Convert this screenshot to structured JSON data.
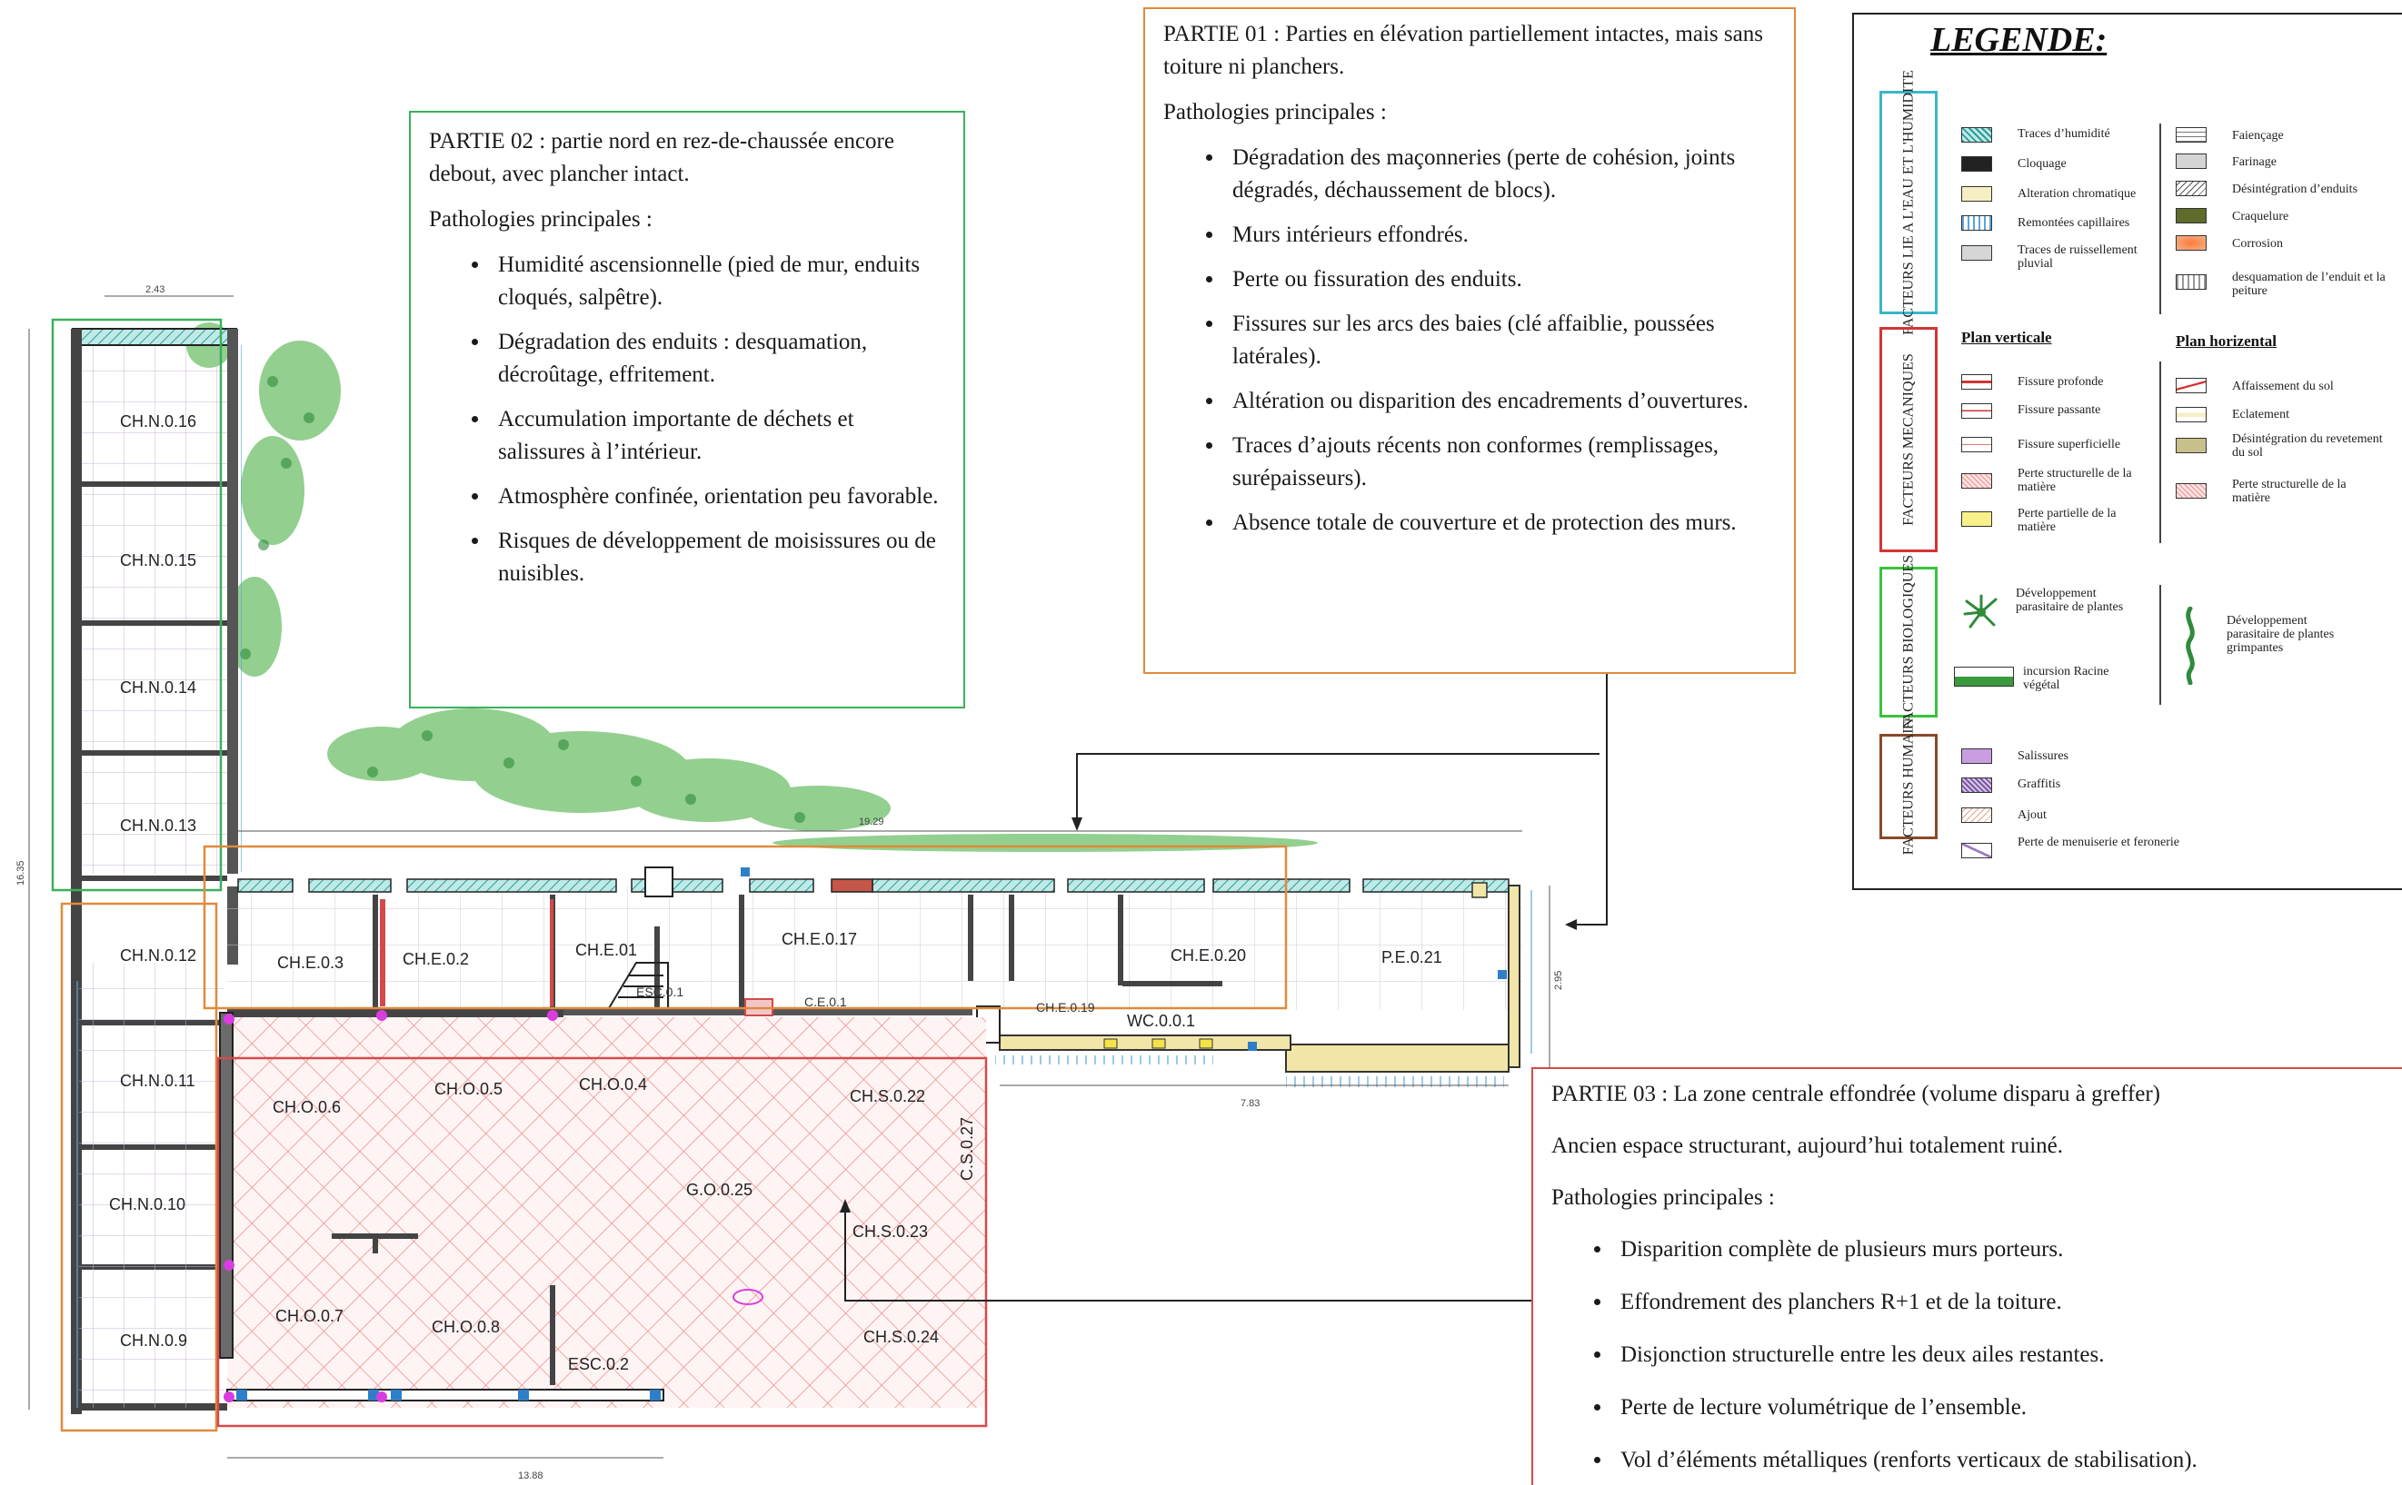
{
  "plan": {
    "rooms": {
      "chn016": "CH.N.0.16",
      "chn015": "CH.N.0.15",
      "chn014": "CH.N.0.14",
      "chn013": "CH.N.0.13",
      "chn012": "CH.N.0.12",
      "chn011": "CH.N.0.11",
      "chn010": "CH.N.0.10",
      "chn09": "CH.N.0.9",
      "che03": "CH.E.0.3",
      "che02": "CH.E.0.2",
      "che01": "CH.E.01",
      "che017": "CH.E.0.17",
      "che019": "CH.E.0.19",
      "che020": "CH.E.0.20",
      "pe021": "P.E.0.21",
      "wc01": "WC.0.0.1",
      "ce01": "C.E.0.1",
      "esc01": "ESC.0.1",
      "cho06": "CH.O.0.6",
      "cho05": "CH.O.0.5",
      "cho04": "CH.O.0.4",
      "cho07": "CH.O.0.7",
      "cho08": "CH.O.0.8",
      "esc02": "ESC.0.2",
      "chs022": "CH.S.0.22",
      "chs023": "CH.S.0.23",
      "chs024": "CH.S.0.24",
      "go025": "G.O.0.25",
      "cs027": "C.S.0.27"
    },
    "dimensions": {
      "d243": "2.43",
      "d1929": "19.29",
      "d1635": "16.35",
      "d295": "2.95",
      "d783": "7.83",
      "d1388": "13.88"
    }
  },
  "partie02": {
    "title_lead": "PARTIE 02",
    "title_rest": " : partie nord en rez-de-chaussée encore debout, avec plancher intact.",
    "patho_label": "Pathologies principales :",
    "items": [
      "Humidité ascensionnelle (pied de mur, enduits cloqués, salpêtre).",
      "Dégradation des enduits : desquamation, décroûtage, effritement.",
      "Accumulation importante de déchets et salissures à l’intérieur.",
      "Atmosphère confinée, orientation peu favorable.",
      "Risques de développement de moisissures ou de nuisibles."
    ]
  },
  "partie01": {
    "title_lead": "PARTIE 01",
    "title_rest": " : Parties en élévation partiellement intactes, mais sans toiture ni planchers.",
    "patho_label": "Pathologies principales :",
    "items": [
      "Dégradation des maçonneries (perte de cohésion, joints dégradés, déchaussement de blocs).",
      "Murs intérieurs effondrés.",
      "Perte ou fissuration des enduits.",
      "Fissures sur les arcs des baies (clé affaiblie, poussées latérales).",
      "Altération ou disparition des encadrements d’ouvertures.",
      "Traces d’ajouts récents non conformes (remplissages, surépaisseurs).",
      "Absence totale de couverture et de protection des murs."
    ]
  },
  "partie03": {
    "title_lead": "PARTIE 03",
    "title_rest": " : La zone centrale effondrée (volume disparu à greffer)",
    "subtitle": "Ancien espace structurant, aujourd’hui totalement ruiné.",
    "patho_label": "Pathologies principales :",
    "items": [
      "Disparition complète de plusieurs murs porteurs.",
      "Effondrement des planchers R+1 et de la toiture.",
      "Disjonction structurelle entre les deux ailes restantes.",
      "Perte de lecture volumétrique de l’ensemble.",
      "Vol d’éléments métalliques (renforts verticaux de stabilisation)."
    ]
  },
  "legend": {
    "title": "LEGENDE:",
    "eau": {
      "tab": "FACTEURS LIE A L'EAU ET L'HUMIDITE",
      "left": [
        "Traces d’humidité",
        "Cloquage",
        "Alteration chromatique",
        "Remontées capillaires",
        "Traces de ruissellement pluvial"
      ],
      "right": [
        "Faiençage",
        "Farinage",
        "Désintégration d’enduits",
        "Craquelure",
        "Corrosion",
        "desquamation de l’enduit et la peiture"
      ]
    },
    "meca": {
      "tab": "FACTEURS MECANIQUES",
      "head_v": "Plan verticale",
      "head_h": "Plan horizental",
      "left": [
        "Fissure profonde",
        "Fissure passante",
        "Fissure superficielle",
        "Perte structurelle de la matière",
        "Perte partielle de la matière"
      ],
      "right": [
        "Affaissement du sol",
        "Eclatement",
        "Désintégration du revetement du sol",
        "Perte structurelle de la matière"
      ]
    },
    "bio": {
      "tab": "FACTEURS BIOLOGIQUES",
      "items": [
        "Développement parasitaire de plantes",
        "incursion Racine végétal",
        "Développement parasitaire de plantes grimpantes"
      ]
    },
    "hum": {
      "tab": "FACTEURS HUMAIN",
      "items": [
        "Salissures",
        "Graffitis",
        "Ajout",
        "Perte de menuiserie et feronerie"
      ]
    },
    "colors": {
      "eau": "#3ab7c7",
      "meca": "#d43434",
      "bio": "#39c23f",
      "hum": "#8a4a2a",
      "partie01": "#e08a3c",
      "partie02": "#3cb05a",
      "partie03": "#d64a4a"
    }
  }
}
